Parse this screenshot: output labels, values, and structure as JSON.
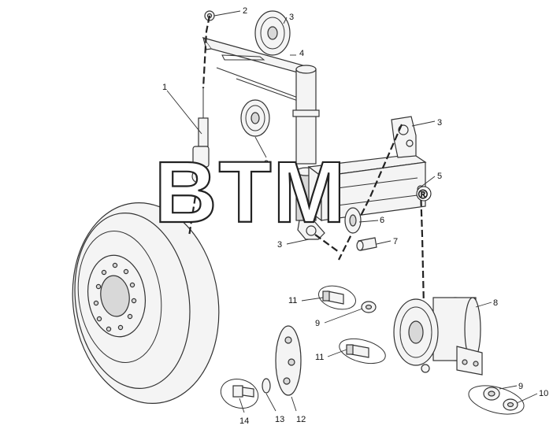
{
  "watermark": {
    "text": "BTM",
    "registered_mark": "®"
  },
  "callouts": {
    "c1": "1",
    "c2": "2",
    "c3a": "3",
    "c3b": "3",
    "c3c": "3",
    "c3d": "3",
    "c4": "4",
    "c5": "5",
    "c6": "6",
    "c7": "7",
    "c8": "8",
    "c9a": "9",
    "c9b": "9",
    "c10": "10",
    "c11a": "11",
    "c11b": "11",
    "c12": "12",
    "c13": "13",
    "c14": "14"
  }
}
